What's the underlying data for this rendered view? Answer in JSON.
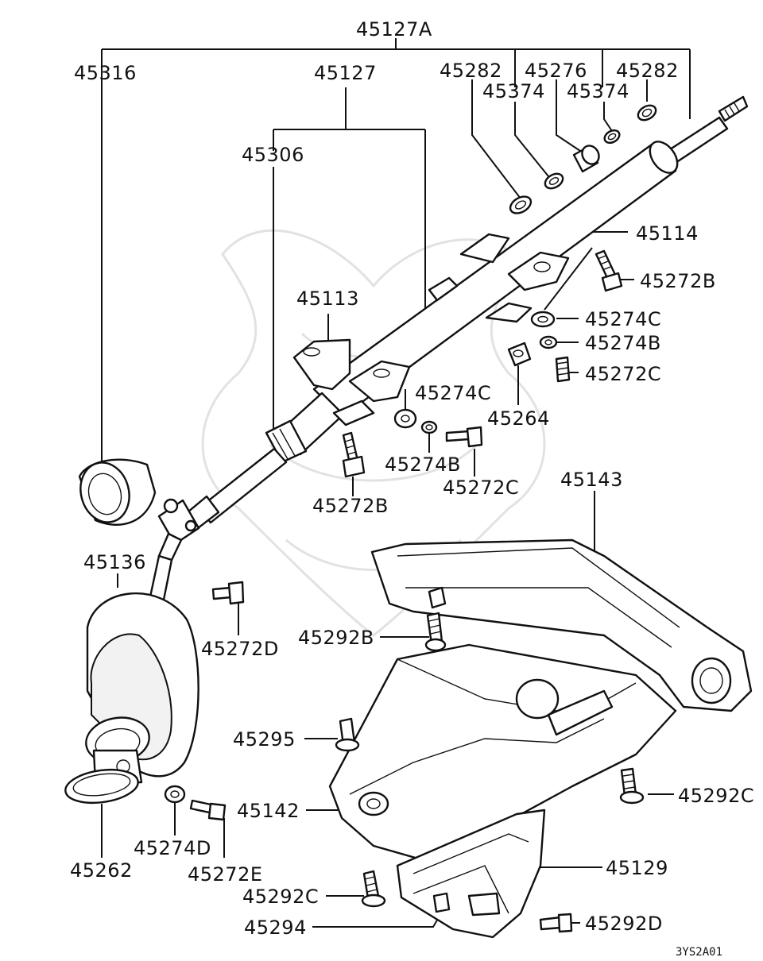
{
  "diagram": {
    "code": "3YS2A01",
    "labels": {
      "p45127A": "45127A",
      "p45316": "45316",
      "p45127": "45127",
      "p45306": "45306",
      "p45282a": "45282",
      "p45276": "45276",
      "p45282b": "45282",
      "p45374a": "45374",
      "p45374b": "45374",
      "p45114": "45114",
      "p45272B_r": "45272B",
      "p45274C_r": "45274C",
      "p45274B_r": "45274B",
      "p45272C_r": "45272C",
      "p45113": "45113",
      "p45274C_m": "45274C",
      "p45264": "45264",
      "p45274B_m": "45274B",
      "p45272C_m": "45272C",
      "p45272B_m": "45272B",
      "p45143": "45143",
      "p45136": "45136",
      "p45272D": "45272D",
      "p45292B": "45292B",
      "p45295": "45295",
      "p45292C_r": "45292C",
      "p45142": "45142",
      "p45274D": "45274D",
      "p45272E": "45272E",
      "p45262": "45262",
      "p45129": "45129",
      "p45292C_b": "45292C",
      "p45294": "45294",
      "p45292D": "45292D"
    }
  }
}
